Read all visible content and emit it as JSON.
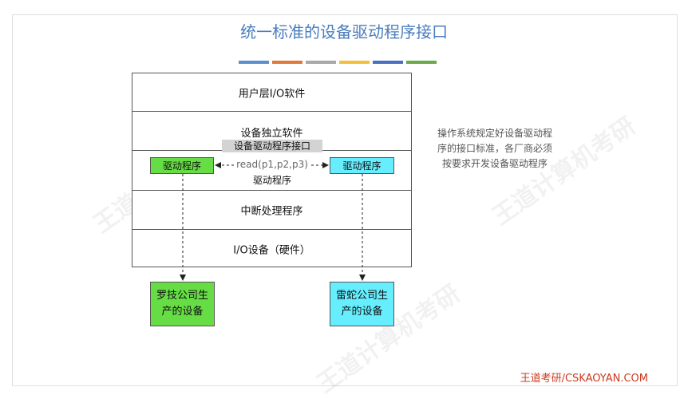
{
  "title": "统一标准的设备驱动程序接口",
  "stripe_colors": [
    "#5b8fd0",
    "#e07a3a",
    "#a8a8a8",
    "#f2c03a",
    "#4a6fc0",
    "#6aaa4a"
  ],
  "layers": [
    "用户层I/O软件",
    "设备独立软件",
    "驱动程序",
    "中断处理程序",
    "I/O设备（硬件）"
  ],
  "interface_label": "设备驱动程序接口",
  "driver_left": "驱动程序",
  "driver_right": "驱动程序",
  "call_label": "read(p1,p2,p3)",
  "vendor_left": "罗技公司生产的设备",
  "vendor_right": "雷蛇公司生产的设备",
  "note": "操作系统规定好设备驱动程序的接口标准，各厂商必须按要求开发设备驱动程序",
  "footer": "王道考研/CSKAOYAN.COM",
  "watermark": "王道计算机考研"
}
